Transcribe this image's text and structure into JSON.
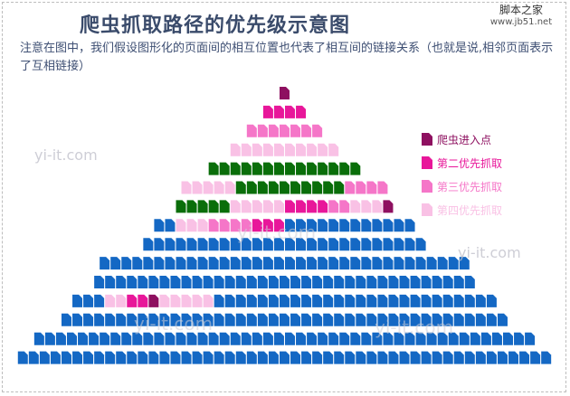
{
  "title": "爬虫抓取路径的优先级示意图",
  "description": "注意在图中，我们假设图形化的页面间的相互位置也代表了相互间的链接关系（也就是说,相邻页面表示了互相链接）",
  "logo": {
    "line1": "脚本之家",
    "line2": "www.jb51.net"
  },
  "watermarks": [
    "yi-it.com",
    "yi-it.com",
    "yi-it.com",
    "yi-it.com",
    "yi-it.com"
  ],
  "colors": {
    "entry": "#8e1060",
    "second": "#e8179a",
    "third": "#f576c8",
    "fourth": "#f9c1e5",
    "green": "#0a6e0a",
    "blue": "#1468c4"
  },
  "legend": [
    {
      "label": "爬虫进入点",
      "color": "#8e1060"
    },
    {
      "label": "第二优先抓取",
      "color": "#e8179a"
    },
    {
      "label": "第三优先抓取",
      "color": "#f576c8"
    },
    {
      "label": "第四优先抓取",
      "color": "#f9c1e5"
    }
  ],
  "pyramid_rows": [
    "a",
    "bbbb",
    "ccccccc",
    "dddddddddd",
    "gggggggggggggg",
    "dddddggggggggggcccc",
    "gggggdddddbbbbccddda",
    "hhdddccccbbbhhhhhhhhhhhh",
    "hhhhhhhhhhhhhhhhhhhhhhhhhh",
    "hhhhhhhhhhhhhhhhhhhhhhhhhhhhhhhhhh",
    "hhhhhhhhhhhhhhhhhhhhhhhhhhhhhhhhhhh",
    "hhhddbbadddddhhhhhhhhhhhhhhhhhhhhhhhhhh",
    "hhhhhhhhhhhhhhhhhhhhhhhhhhhhhhhhhhhhhhhhh",
    "hhhhhhhhhhhhhhhhhhhhhhhhhhhhhhhhhhhhhhhhhhhhhh",
    "hhhhhhhhhhhhhhhhhhhhhhhhhhhhhhhhhhhhhhhhhhhhhhhhh"
  ]
}
